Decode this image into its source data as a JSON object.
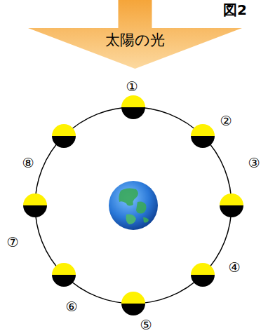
{
  "diagram": {
    "title": "図2",
    "nodes": [
      {
        "text": [
          "太陽の光"
        ]
      }
    ],
    "labels": [
      "①",
      "②",
      "③",
      "④",
      "⑤",
      "⑥",
      "⑦",
      "⑧"
    ]
  }
}
